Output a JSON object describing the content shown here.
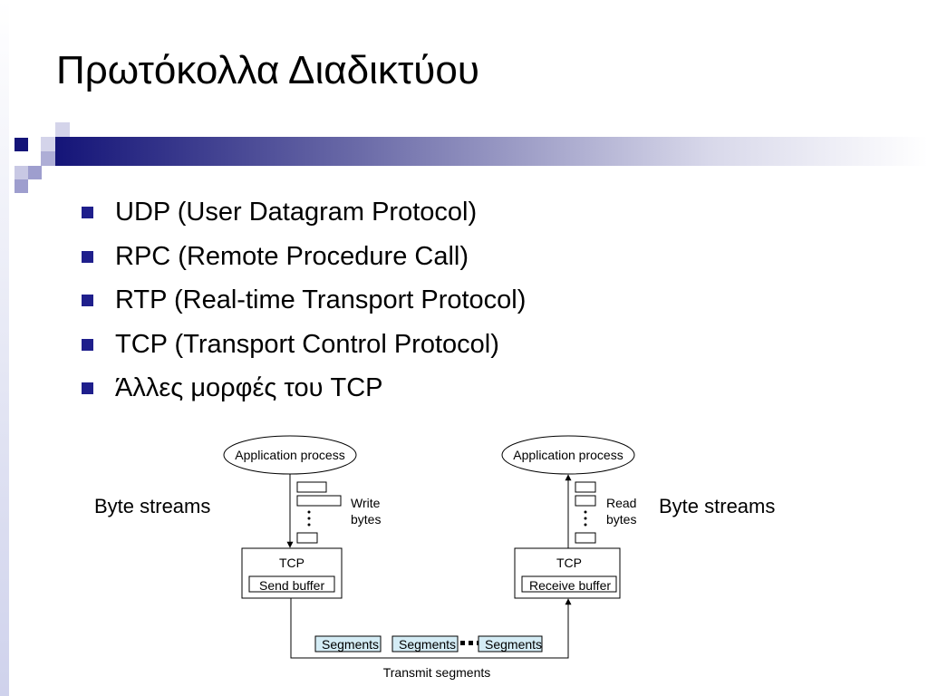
{
  "slide": {
    "title": "Πρωτόκολλα Διαδικτύου",
    "bullets": [
      "UDP (User Datagram Protocol)",
      "RPC (Remote Procedure Call)",
      "RTP (Real-time Transport Protocol)",
      "TCP (Transport Control Protocol)",
      "Άλλες μορφές του TCP"
    ],
    "accent_color": "#1f1f8c"
  },
  "diagram": {
    "left": {
      "app": "Application process",
      "write_line1": "Write",
      "write_line2": "bytes",
      "tcp": "TCP",
      "buffer": "Send buffer"
    },
    "right": {
      "app": "Application process",
      "read_line1": "Read",
      "read_line2": "bytes",
      "tcp": "TCP",
      "buffer": "Receive buffer"
    },
    "side_left": "Byte streams",
    "side_right": "Byte streams",
    "segments": [
      "Segments",
      "Segments",
      "Segments"
    ],
    "transmit": "Transmit segments",
    "segment_fill": "#d4ecf5"
  }
}
